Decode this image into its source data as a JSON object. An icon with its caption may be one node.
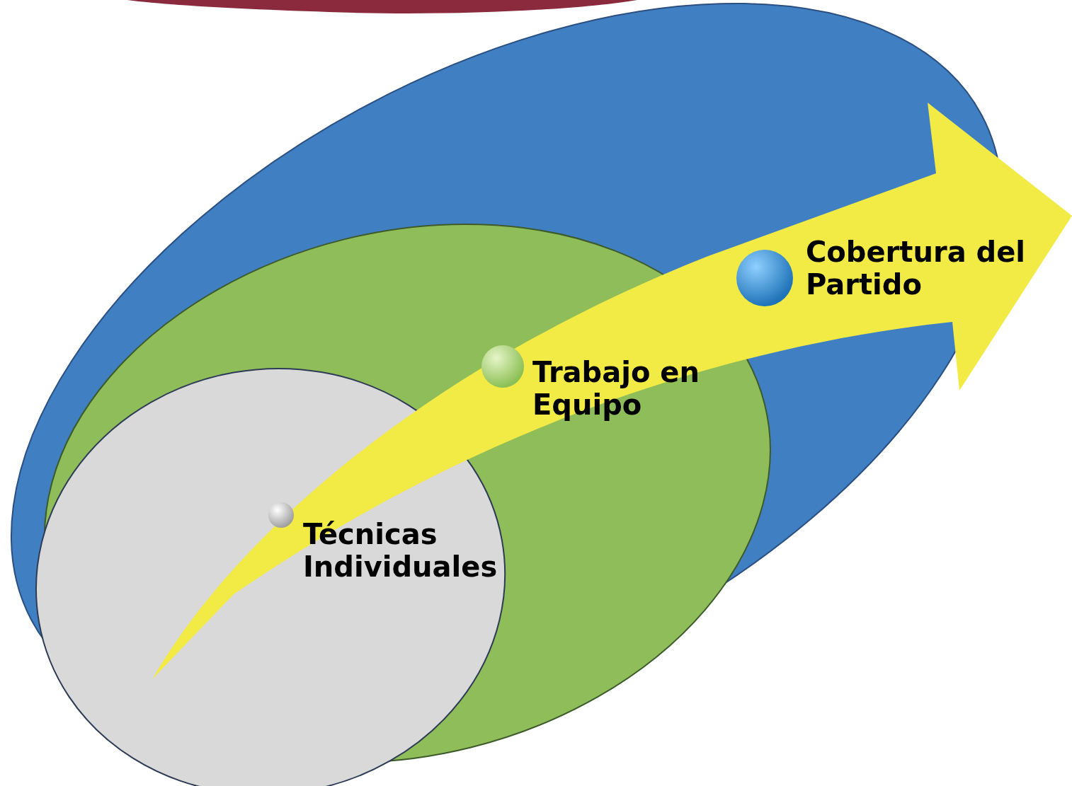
{
  "diagram": {
    "nodes": [
      {
        "text": [
          "Cobertura del Partido"
        ]
      },
      {
        "text": [
          "Trabajo en Equipo"
        ]
      },
      {
        "text": [
          "Técnicas Individuales"
        ]
      }
    ]
  }
}
